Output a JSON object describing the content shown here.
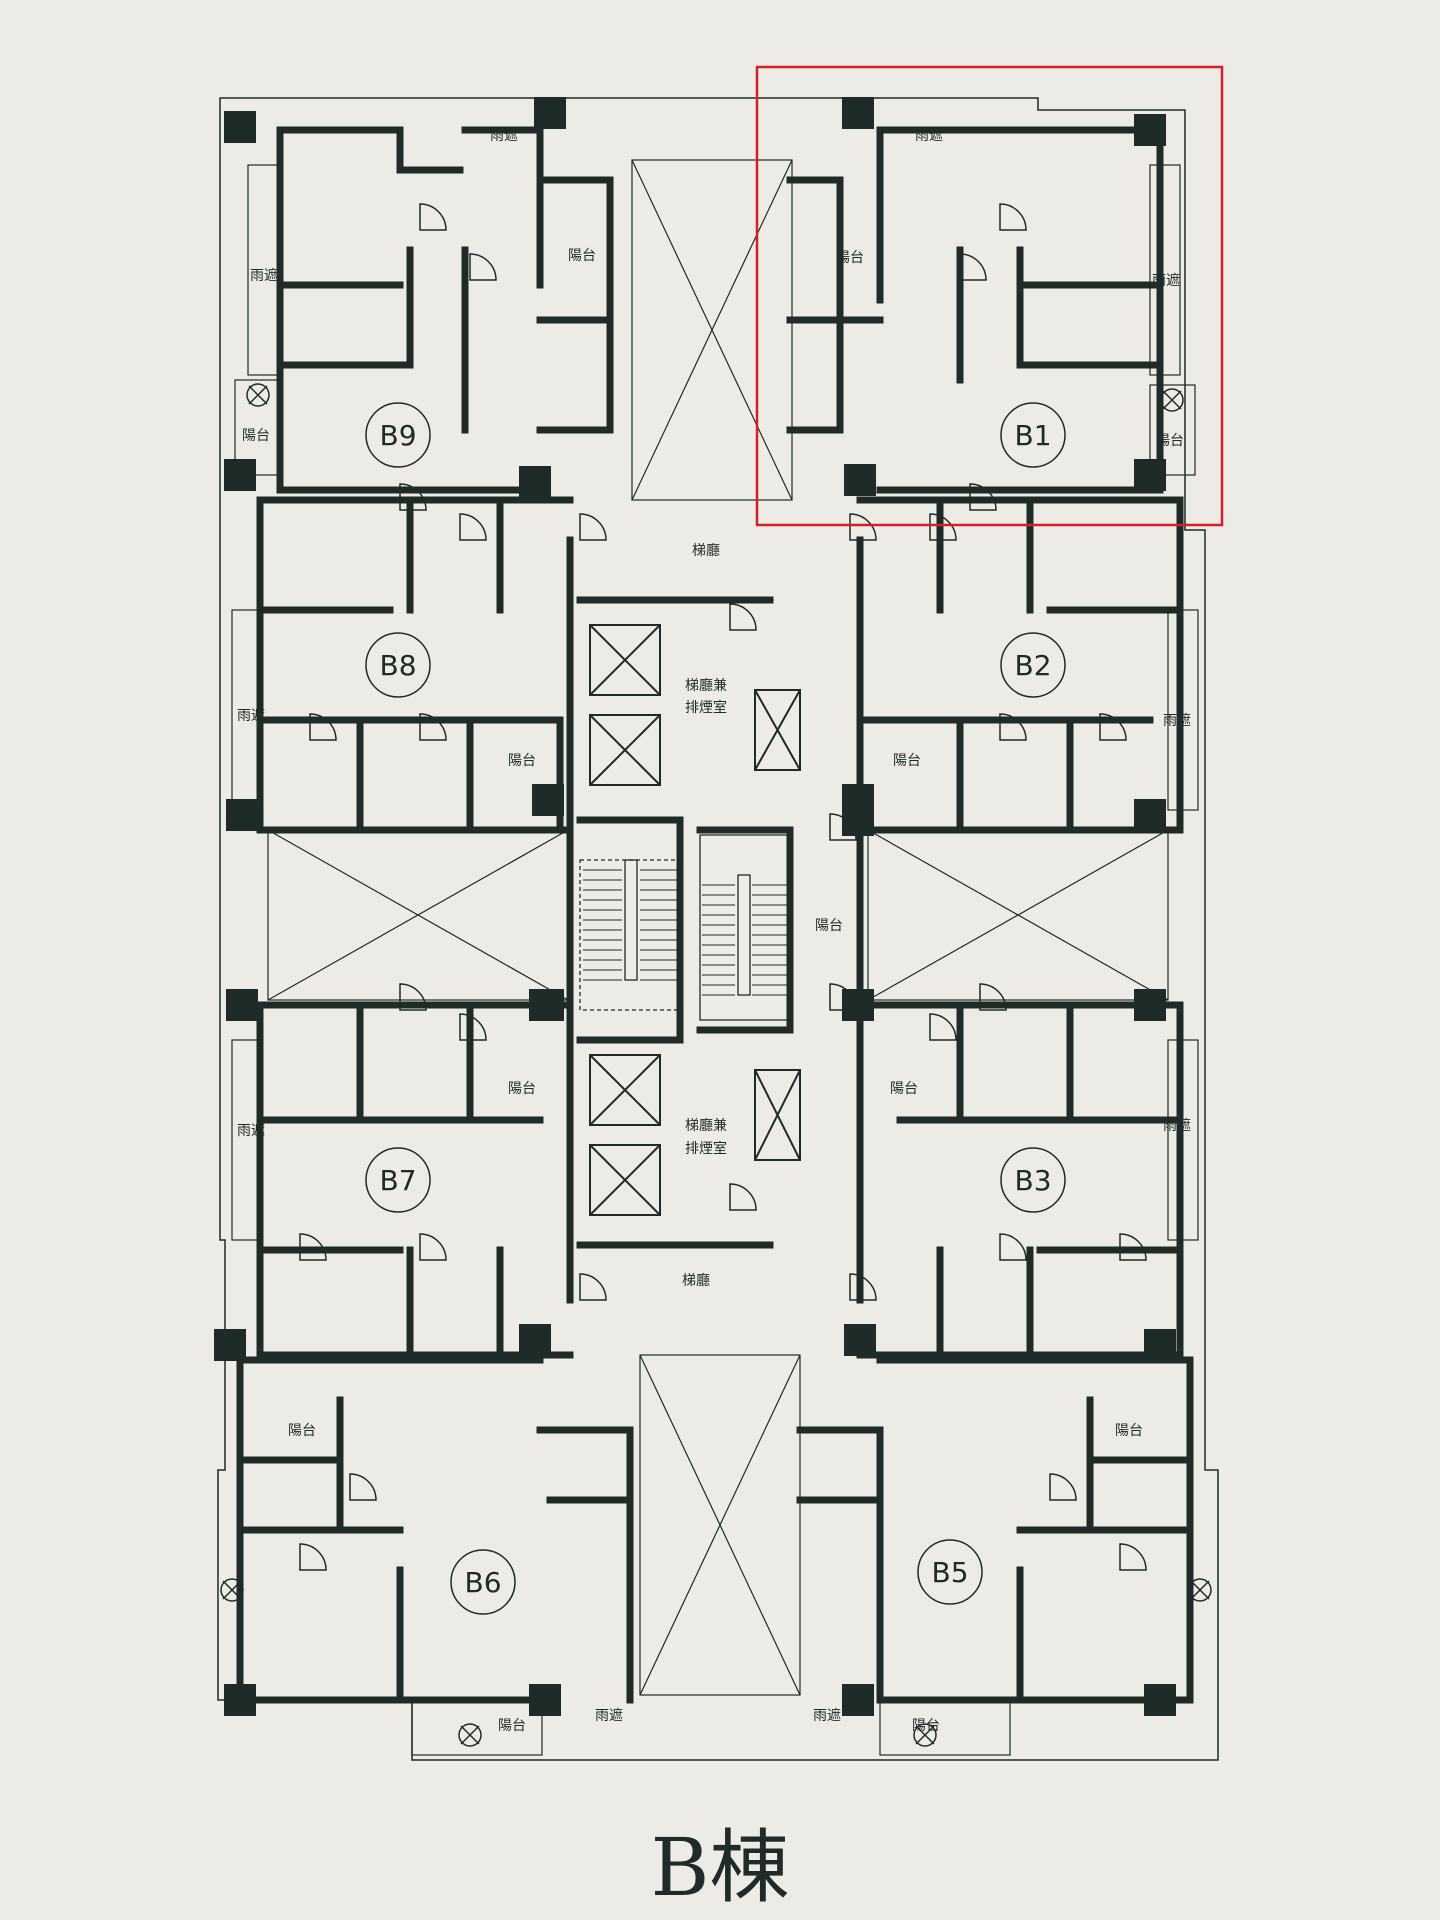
{
  "title": "B棟",
  "highlight_color": "#d0202a",
  "wall_color": "#1f2b26",
  "units": [
    {
      "id": "B1",
      "label": "B1"
    },
    {
      "id": "B2",
      "label": "B2"
    },
    {
      "id": "B3",
      "label": "B3"
    },
    {
      "id": "B5",
      "label": "B5"
    },
    {
      "id": "B6",
      "label": "B6"
    },
    {
      "id": "B7",
      "label": "B7"
    },
    {
      "id": "B8",
      "label": "B8"
    },
    {
      "id": "B9",
      "label": "B9"
    }
  ],
  "labels": {
    "canopy": "雨遮",
    "balcony": "陽台",
    "lobby": "梯廳",
    "smoke_lobby_line1": "梯廳兼",
    "smoke_lobby_line2": "排煙室"
  },
  "highlighted_unit": "B1"
}
